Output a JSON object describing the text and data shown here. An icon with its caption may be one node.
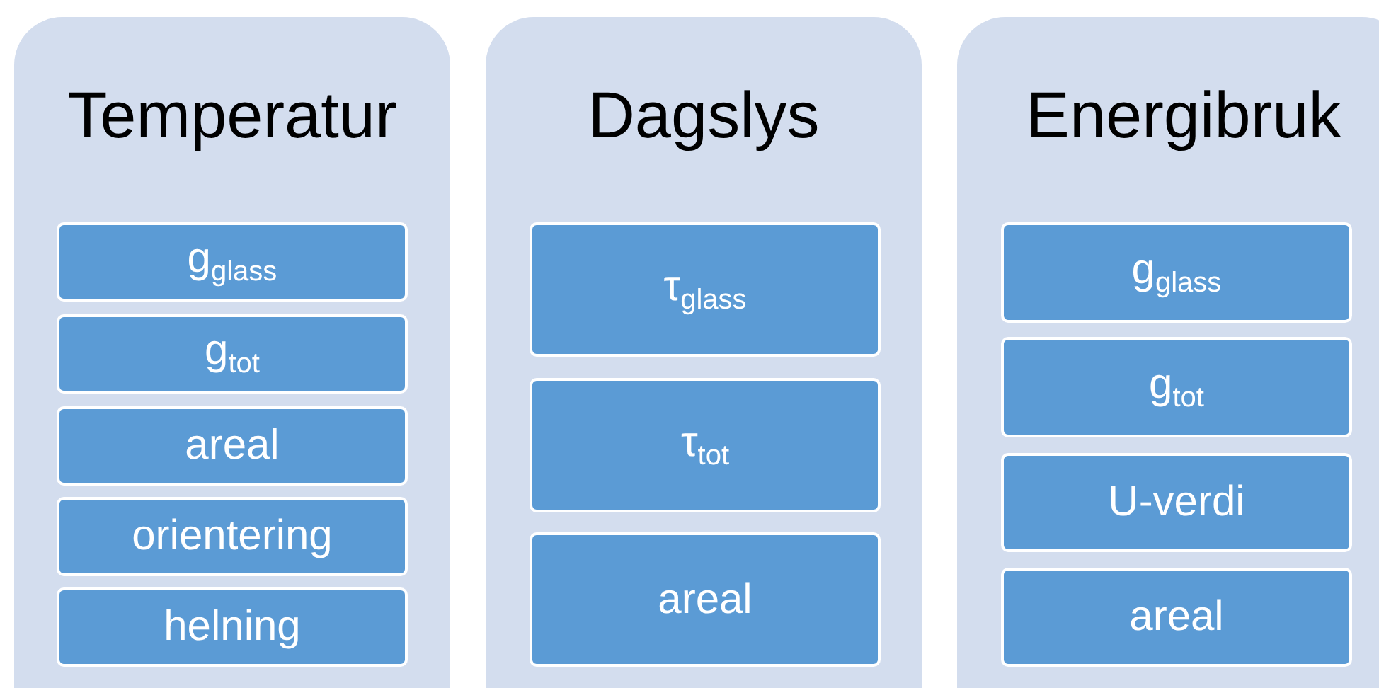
{
  "diagram": {
    "nodes": [
      {
        "text": [
          "Temperatur"
        ]
      },
      {
        "text": [
          "g$_{glass}$"
        ],
        "in": 0
      },
      {
        "text": [
          "g$_{tot}$"
        ],
        "in": 0
      },
      {
        "text": [
          "areal"
        ],
        "in": 0
      },
      {
        "text": [
          "orientering"
        ],
        "in": 0
      },
      {
        "text": [
          "helning"
        ],
        "in": 0
      },
      {
        "text": [
          "Dagslys"
        ]
      },
      {
        "text": [
          "τ$_{glass}$"
        ],
        "in": 6
      },
      {
        "text": [
          "τ$_{tot}$"
        ],
        "in": 6
      },
      {
        "text": [
          "areal"
        ],
        "in": 6
      },
      {
        "text": [
          "Energibruk"
        ]
      },
      {
        "text": [
          "g$_{glass}$"
        ],
        "in": 10
      },
      {
        "text": [
          "g$_{tot}$"
        ],
        "in": 10
      },
      {
        "text": [
          "U-verdi"
        ],
        "in": 10
      },
      {
        "text": [
          "areal"
        ],
        "in": 10
      }
    ]
  }
}
